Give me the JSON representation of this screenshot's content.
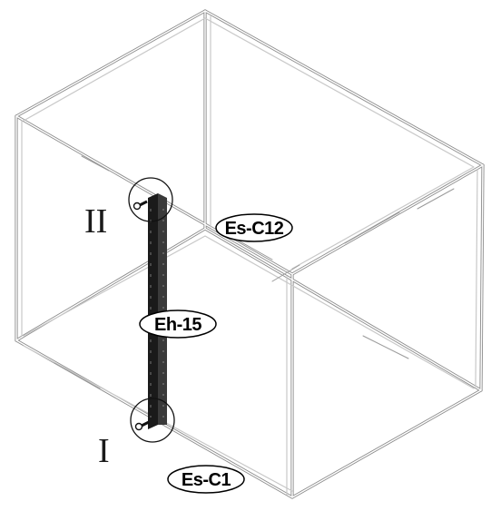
{
  "diagram": {
    "step_labels": {
      "top": "II",
      "bottom": "I"
    },
    "parts": {
      "upper_rail": "Es-C12",
      "vertical_post": "Eh-15",
      "lower_rail": "Es-C1"
    },
    "colors": {
      "frame_outer": "#8c8c8c",
      "frame_inner": "#c8c8c8",
      "post": "#1a1a1a",
      "label_outline": "#000000"
    }
  }
}
